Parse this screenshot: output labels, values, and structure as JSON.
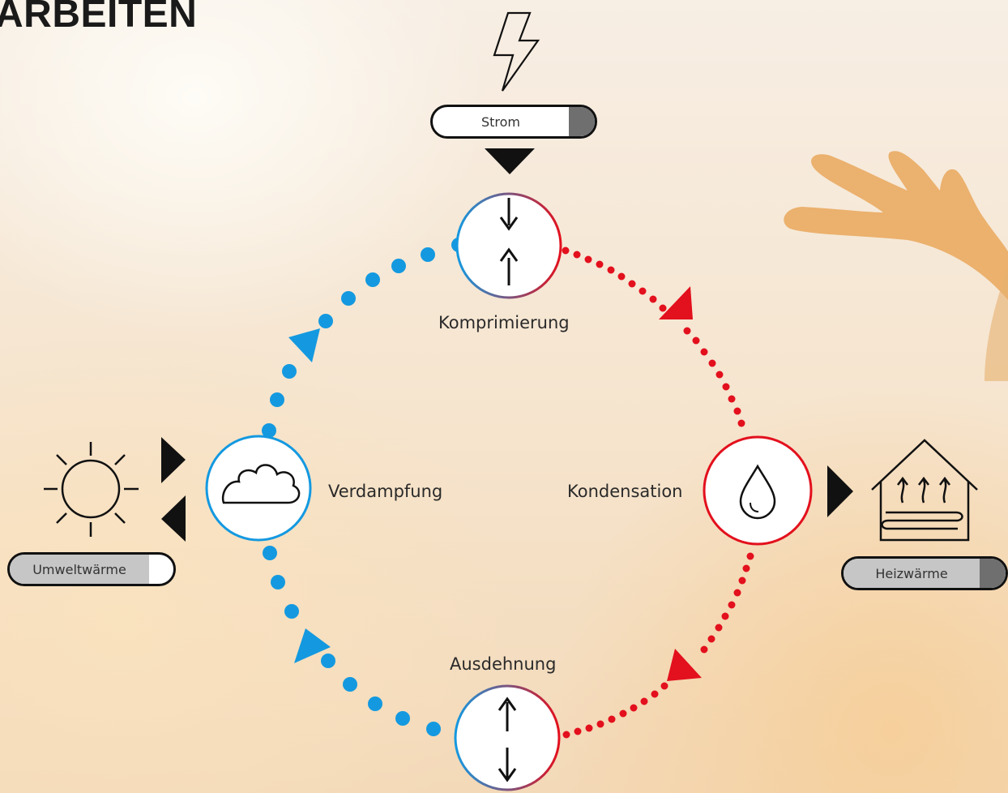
{
  "title": "ARBEITEN",
  "stages": {
    "compression": "Komprimierung",
    "condensation": "Kondensation",
    "expansion": "Ausdehnung",
    "evaporation": "Verdampfung"
  },
  "inputs": {
    "electricity": "Strom",
    "ambient_heat": "Umweltwärme",
    "heating_heat": "Heizwärme"
  },
  "colors": {
    "cold": "#1499e0",
    "hot": "#e3101d",
    "outline": "#111111",
    "pill_gray": "#c6c6c6",
    "pill_dark": "#6f6f6f"
  },
  "icons": [
    "lightning-icon",
    "sun-icon",
    "cloud-icon",
    "droplet-icon",
    "house-heating-icon",
    "compress-arrows-icon",
    "expand-arrows-icon"
  ]
}
